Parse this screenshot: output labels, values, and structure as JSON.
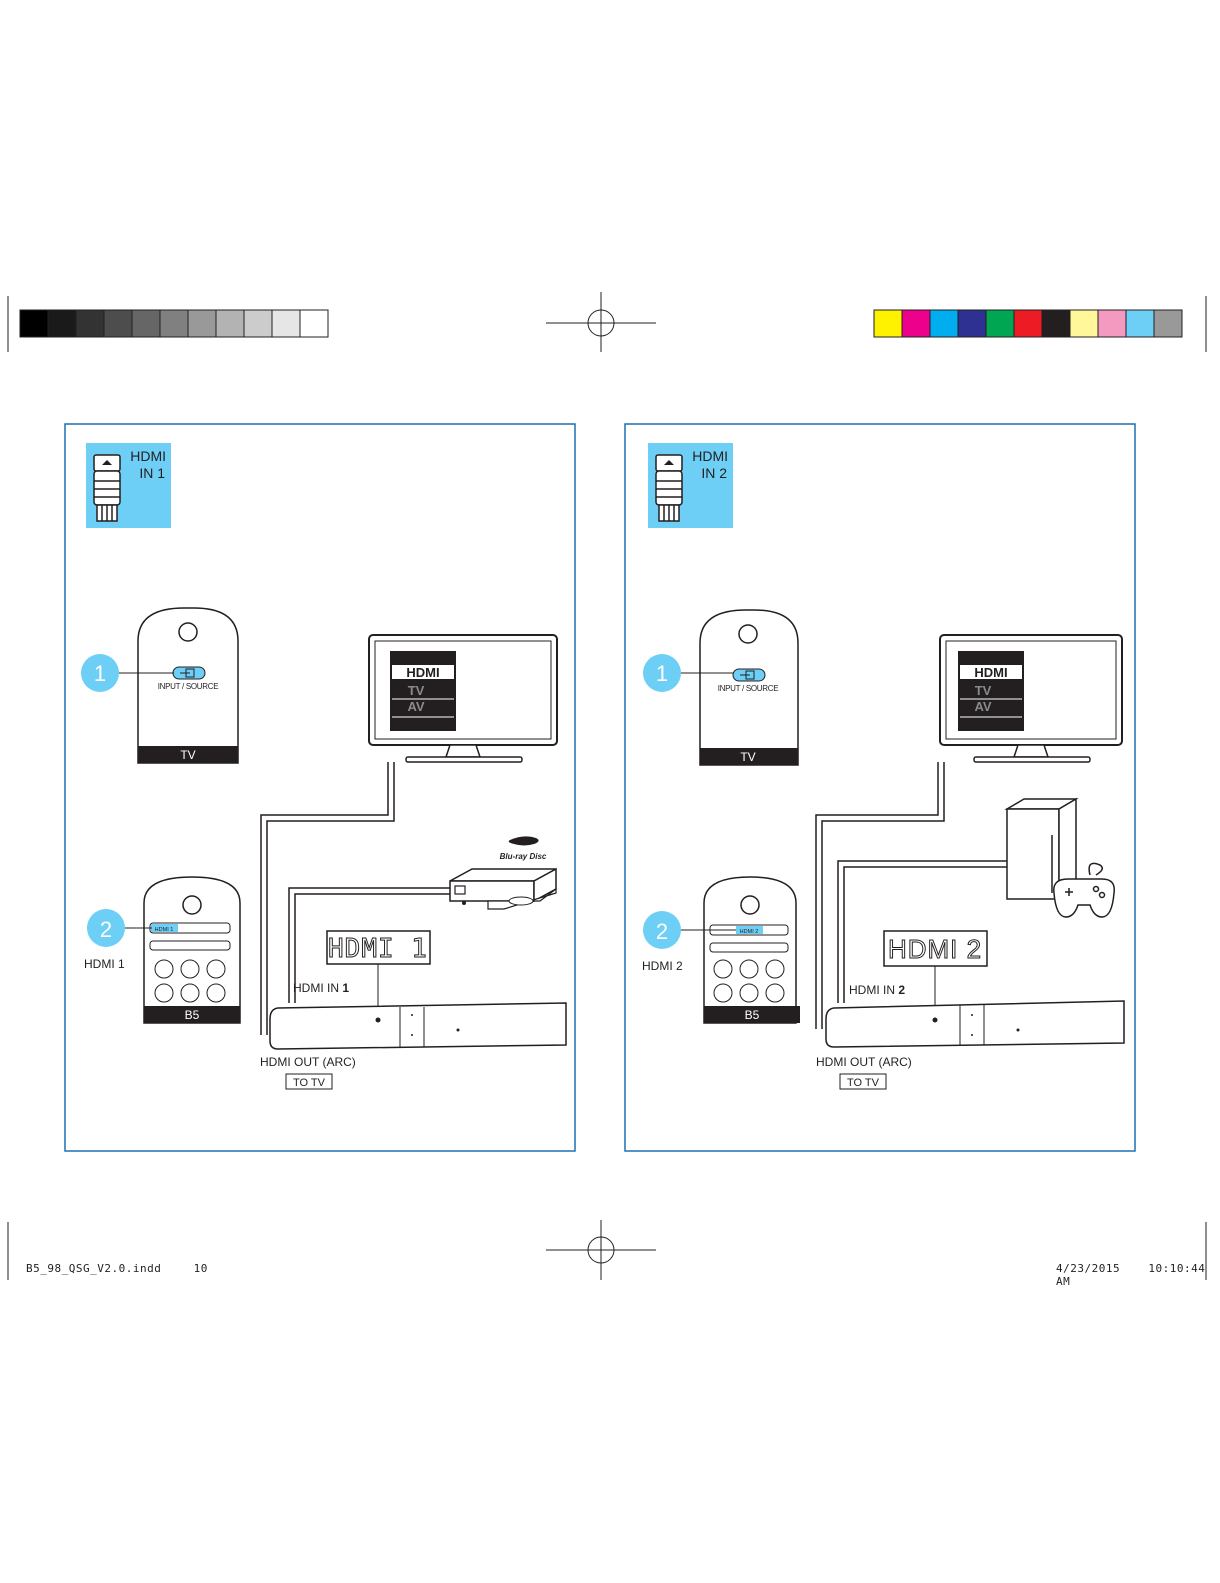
{
  "color_bars": {
    "grays": [
      "#000000",
      "#1a1a1a",
      "#333333",
      "#4d4d4d",
      "#666666",
      "#808080",
      "#999999",
      "#b3b3b3",
      "#cccccc",
      "#e6e6e6",
      "#ffffff"
    ],
    "colors": [
      "#fff200",
      "#ec008c",
      "#00aeef",
      "#2e3192",
      "#00a651",
      "#ed1c24",
      "#231f20",
      "#fff799",
      "#f49ac1",
      "#6dcff6",
      "#999999"
    ]
  },
  "theme": {
    "accent": "#6dcff6",
    "accent_dark": "#2a87c8",
    "frame": "#1f6fb2",
    "ink": "#231f20"
  },
  "panels": [
    {
      "badge_line1": "HDMI",
      "badge_line2": "IN 1",
      "step1_number": "1",
      "tv_remote_button_label": "INPUT / SOURCE",
      "tv_remote_name": "TV",
      "tv_menu": [
        "HDMI",
        "TV",
        "AV"
      ],
      "step2_number": "2",
      "b5_remote_button_label": "HDMI 1",
      "b5_step_caption": "HDMI 1",
      "b5_remote_name": "B5",
      "display_text": "HDMI 1",
      "hdmi_in_prefix": "HDMI IN ",
      "hdmi_in_number": "1",
      "hdmi_out_label": "HDMI OUT (ARC)",
      "to_tv_label": "TO TV",
      "source_device": "blu-ray-player",
      "source_logo_text": "Blu-ray Disc"
    },
    {
      "badge_line1": "HDMI",
      "badge_line2": "IN 2",
      "step1_number": "1",
      "tv_remote_button_label": "INPUT / SOURCE",
      "tv_remote_name": "TV",
      "tv_menu": [
        "HDMI",
        "TV",
        "AV"
      ],
      "step2_number": "2",
      "b5_remote_button_label": "HDMI 2",
      "b5_step_caption": "HDMI 2",
      "b5_remote_name": "B5",
      "display_text": "HDMI 2",
      "hdmi_in_prefix": "HDMI IN ",
      "hdmi_in_number": "2",
      "hdmi_out_label": "HDMI OUT (ARC)",
      "to_tv_label": "TO TV",
      "source_device": "game-console"
    }
  ],
  "footer": {
    "file_name": "B5_98_QSG_V2.0.indd",
    "page_number": "10",
    "date": "4/23/2015",
    "time": "10:10:44 AM"
  }
}
